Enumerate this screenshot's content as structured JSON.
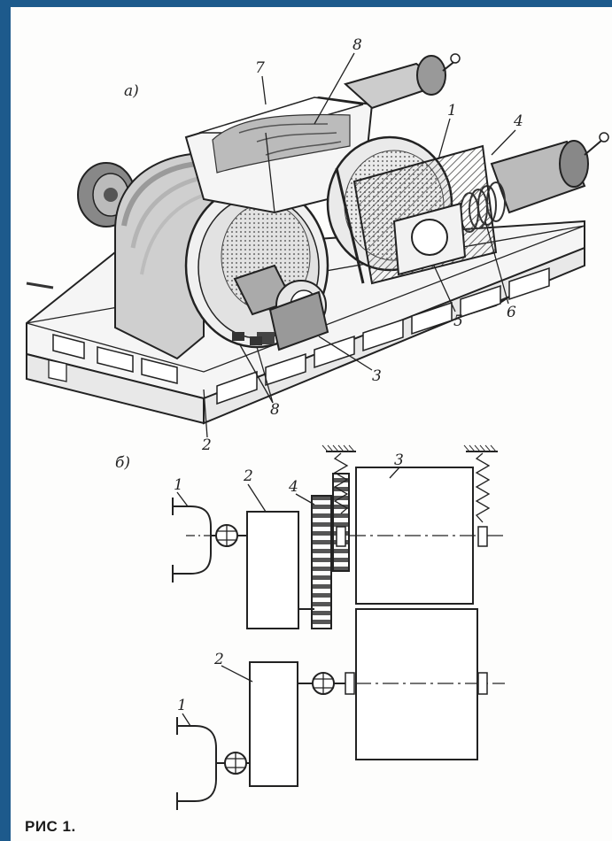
{
  "figure": {
    "caption": "РИС 1.",
    "panel_a_label": "а)",
    "panel_b_label": "б)"
  },
  "panel_a": {
    "labels": [
      "7",
      "8",
      "1",
      "4",
      "6",
      "5",
      "3",
      "2",
      "8"
    ]
  },
  "panel_b": {
    "top_labels": [
      "1",
      "2",
      "4",
      "3"
    ],
    "bottom_labels": [
      "2",
      "1"
    ]
  }
}
